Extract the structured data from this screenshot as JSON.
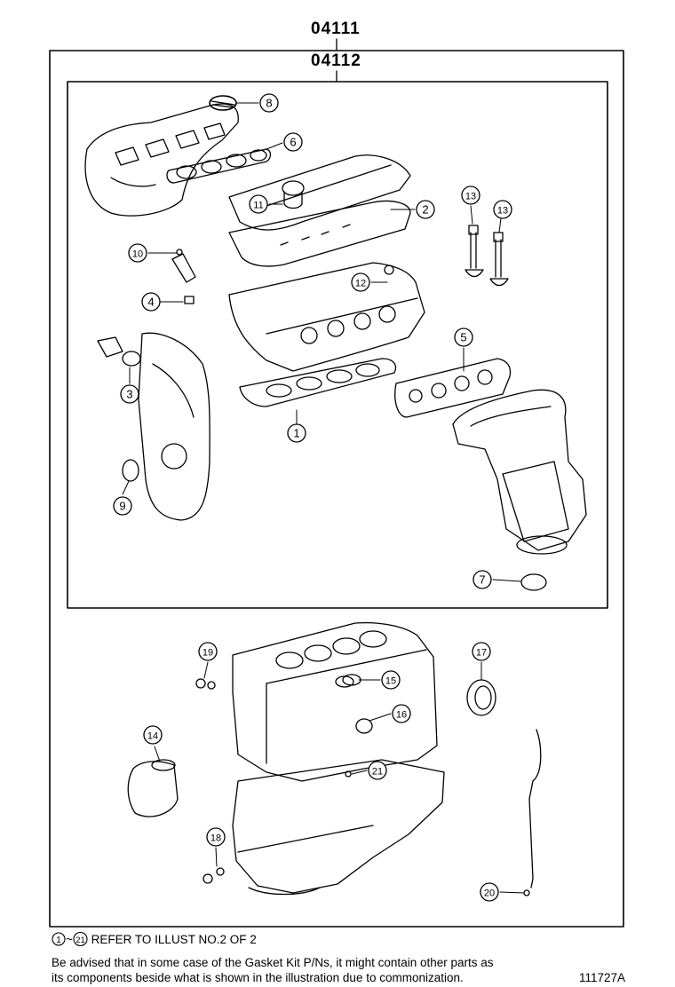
{
  "part_numbers": {
    "kit_outer": "04111",
    "kit_inner": "04112"
  },
  "callouts": [
    "1",
    "2",
    "3",
    "4",
    "5",
    "6",
    "7",
    "8",
    "9",
    "10",
    "11",
    "12",
    "13",
    "13",
    "14",
    "15",
    "16",
    "17",
    "18",
    "19",
    "20",
    "21"
  ],
  "footer": {
    "range_start": "1",
    "range_tilde": "~",
    "range_end": "21",
    "refer_text": "REFER TO ILLUST NO.2 OF 2",
    "note_line1": "Be advised that in some case of the Gasket Kit P/Ns,  it might contain other parts as",
    "note_line2": "its components beside what is shown in the illustration due to commonization.",
    "illustration_id": "111727A"
  }
}
